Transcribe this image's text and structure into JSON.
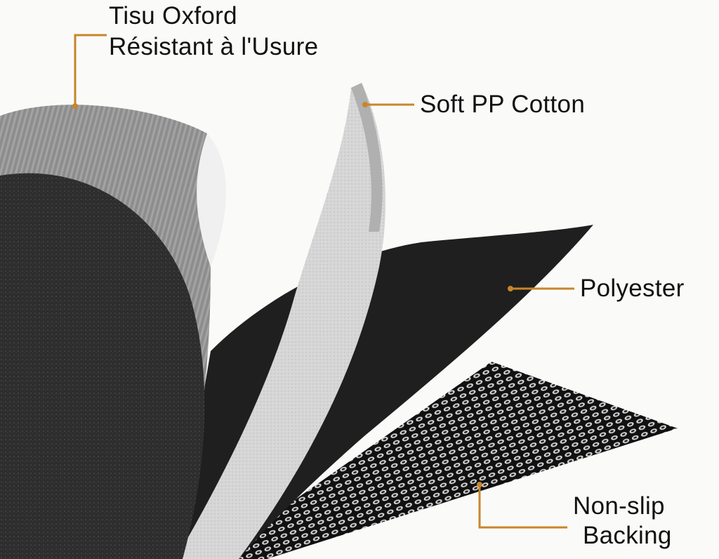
{
  "labels": {
    "oxford_line1": "Tisu Oxford",
    "oxford_line2": "Résistant à l'Usure",
    "pp_cotton": "Soft PP Cotton",
    "polyester": "Polyester",
    "nonslip_line1": "Non-slip",
    "nonslip_line2": "Backing"
  },
  "colors": {
    "leader": "#c8862a",
    "background": "#fafaf9",
    "oxford": "#8e8e8e",
    "pp_cotton": "#d9d9d9",
    "polyester": "#1f1f1f",
    "core": "#2b2b2b"
  }
}
